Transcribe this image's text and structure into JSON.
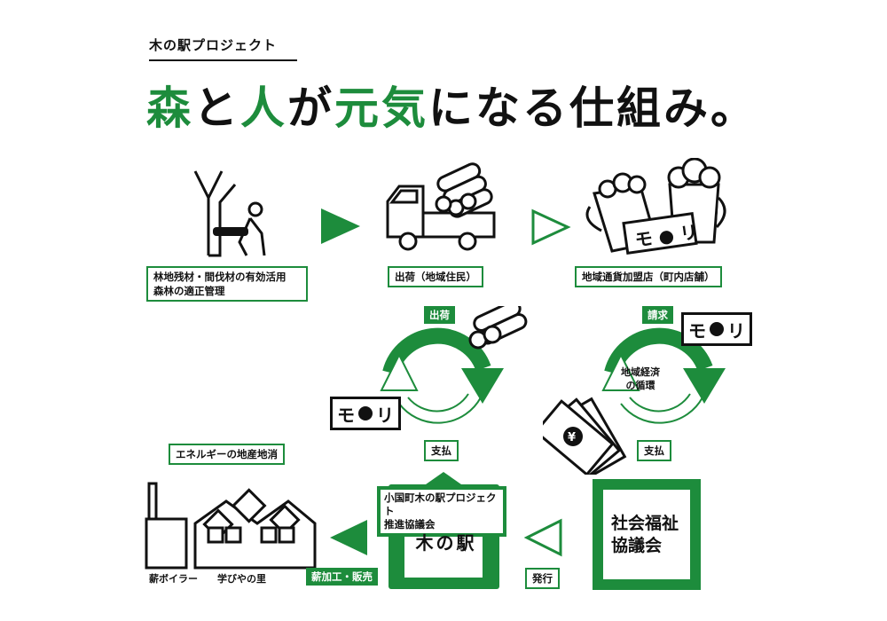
{
  "header": {
    "subtitle": "木の駅プロジェクト",
    "title_parts": [
      "森",
      "と",
      "人",
      "が",
      "元気",
      "になる仕組み。"
    ]
  },
  "flow_top": {
    "forest_label_line1": "林地残材・間伐材の有効活用",
    "forest_label_line2": "森林の適正管理",
    "shipping_label": "出荷（地域住民）",
    "store_label": "地域通貨加盟店（町内店舗）"
  },
  "cycle_left": {
    "top_label": "出荷",
    "bottom_label": "支払",
    "card_text": "モ",
    "card_text2": "リ"
  },
  "cycle_right": {
    "top_label": "請求",
    "bottom_label": "支払",
    "center_line1": "地域経済",
    "center_line2": "の循環",
    "card_text": "モ",
    "card_text2": "リ",
    "bill_symbol": "¥"
  },
  "flow_bottom": {
    "energy_label": "エネルギーの地産地消",
    "boiler_label": "薪ボイラー",
    "school_label": "学びやの里",
    "processing_label": "薪加工・販売",
    "council_label_line1": "小国町木の駅プロジェクト",
    "council_label_line2": "推進協議会",
    "kinoeki": "木の駅",
    "issue_label": "発行",
    "welfare_line1": "社会福祉",
    "welfare_line2": "協議会"
  },
  "colors": {
    "accent": "#1d8c3c",
    "text": "#111111"
  }
}
